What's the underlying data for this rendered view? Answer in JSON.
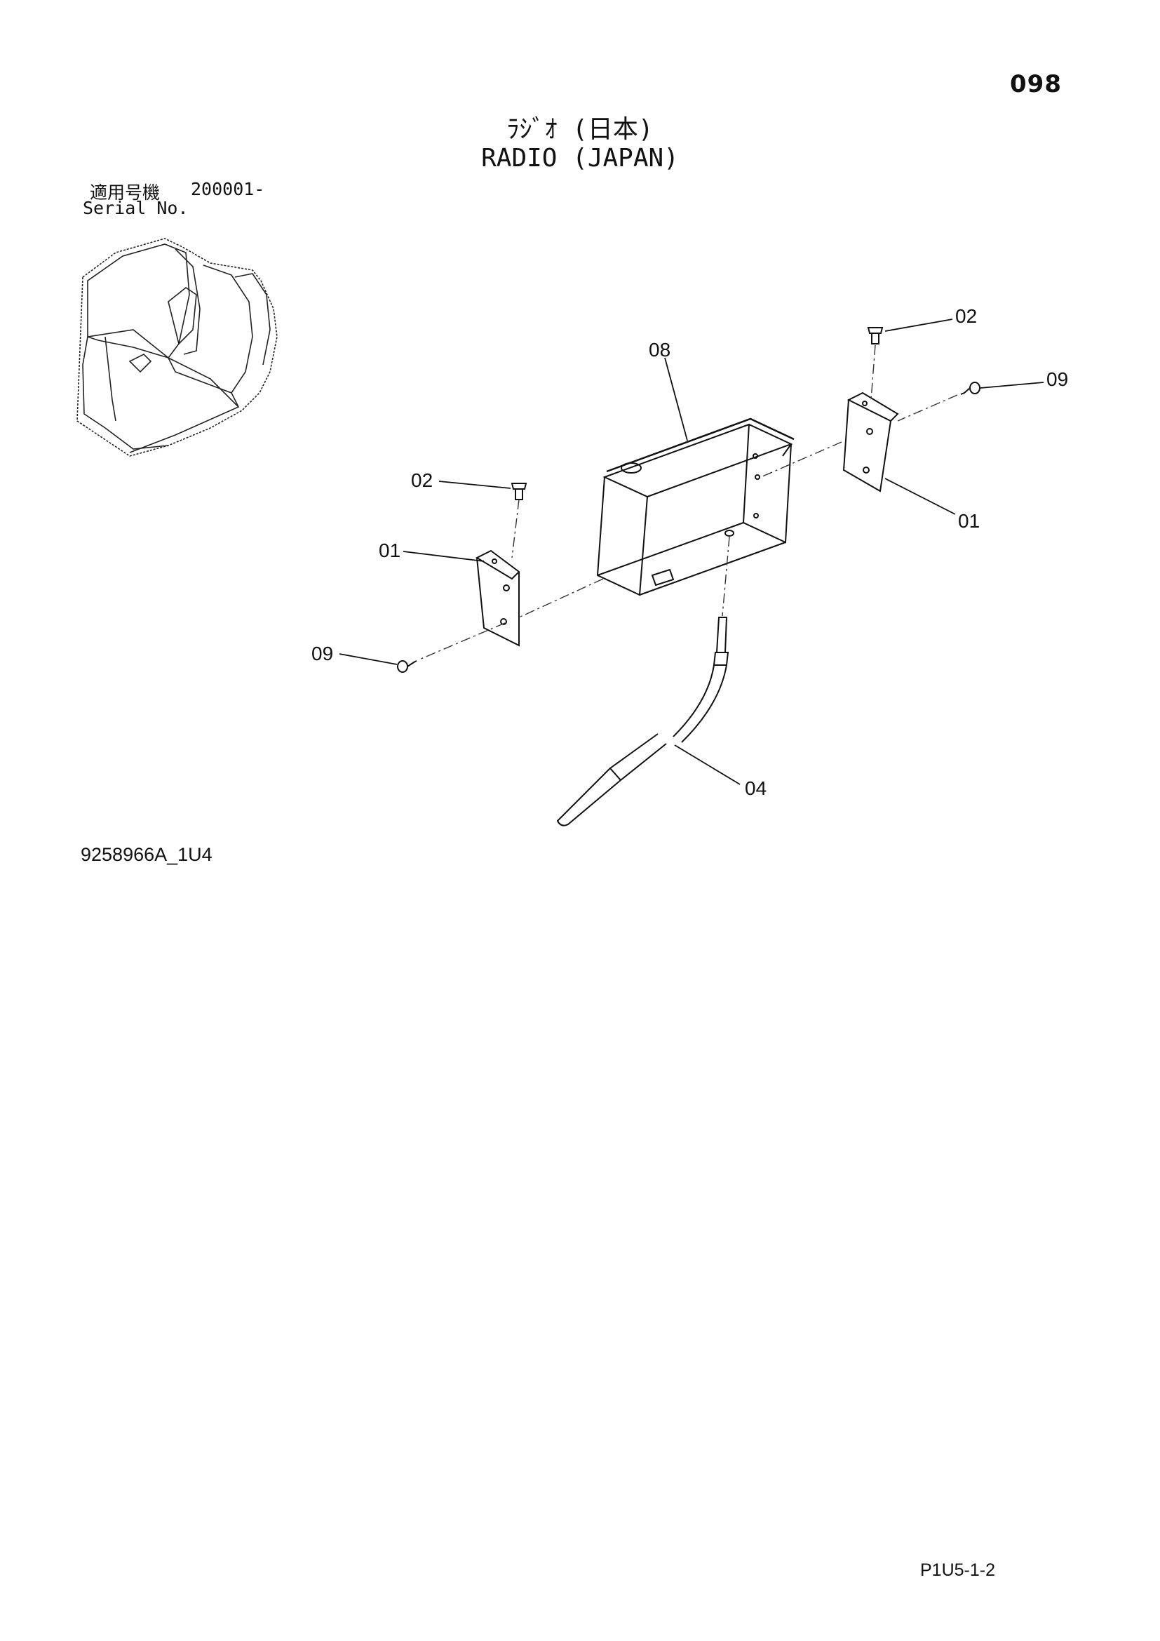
{
  "page": {
    "number": "098",
    "title_jp": "ﾗｼﾞｵ (日本)",
    "title_en": "RADIO (JAPAN)"
  },
  "serial": {
    "label_jp": "適用号機",
    "label_en": "Serial No.",
    "value": "200001-"
  },
  "callouts": {
    "part_08": "08",
    "part_02_right": "02",
    "part_09_right": "09",
    "part_01_right": "01",
    "part_02_left": "02",
    "part_01_left": "01",
    "part_09_left": "09",
    "part_04": "04"
  },
  "footer": {
    "drawing_code": "9258966A_1U4",
    "sheet_code": "P1U5-1-2"
  }
}
